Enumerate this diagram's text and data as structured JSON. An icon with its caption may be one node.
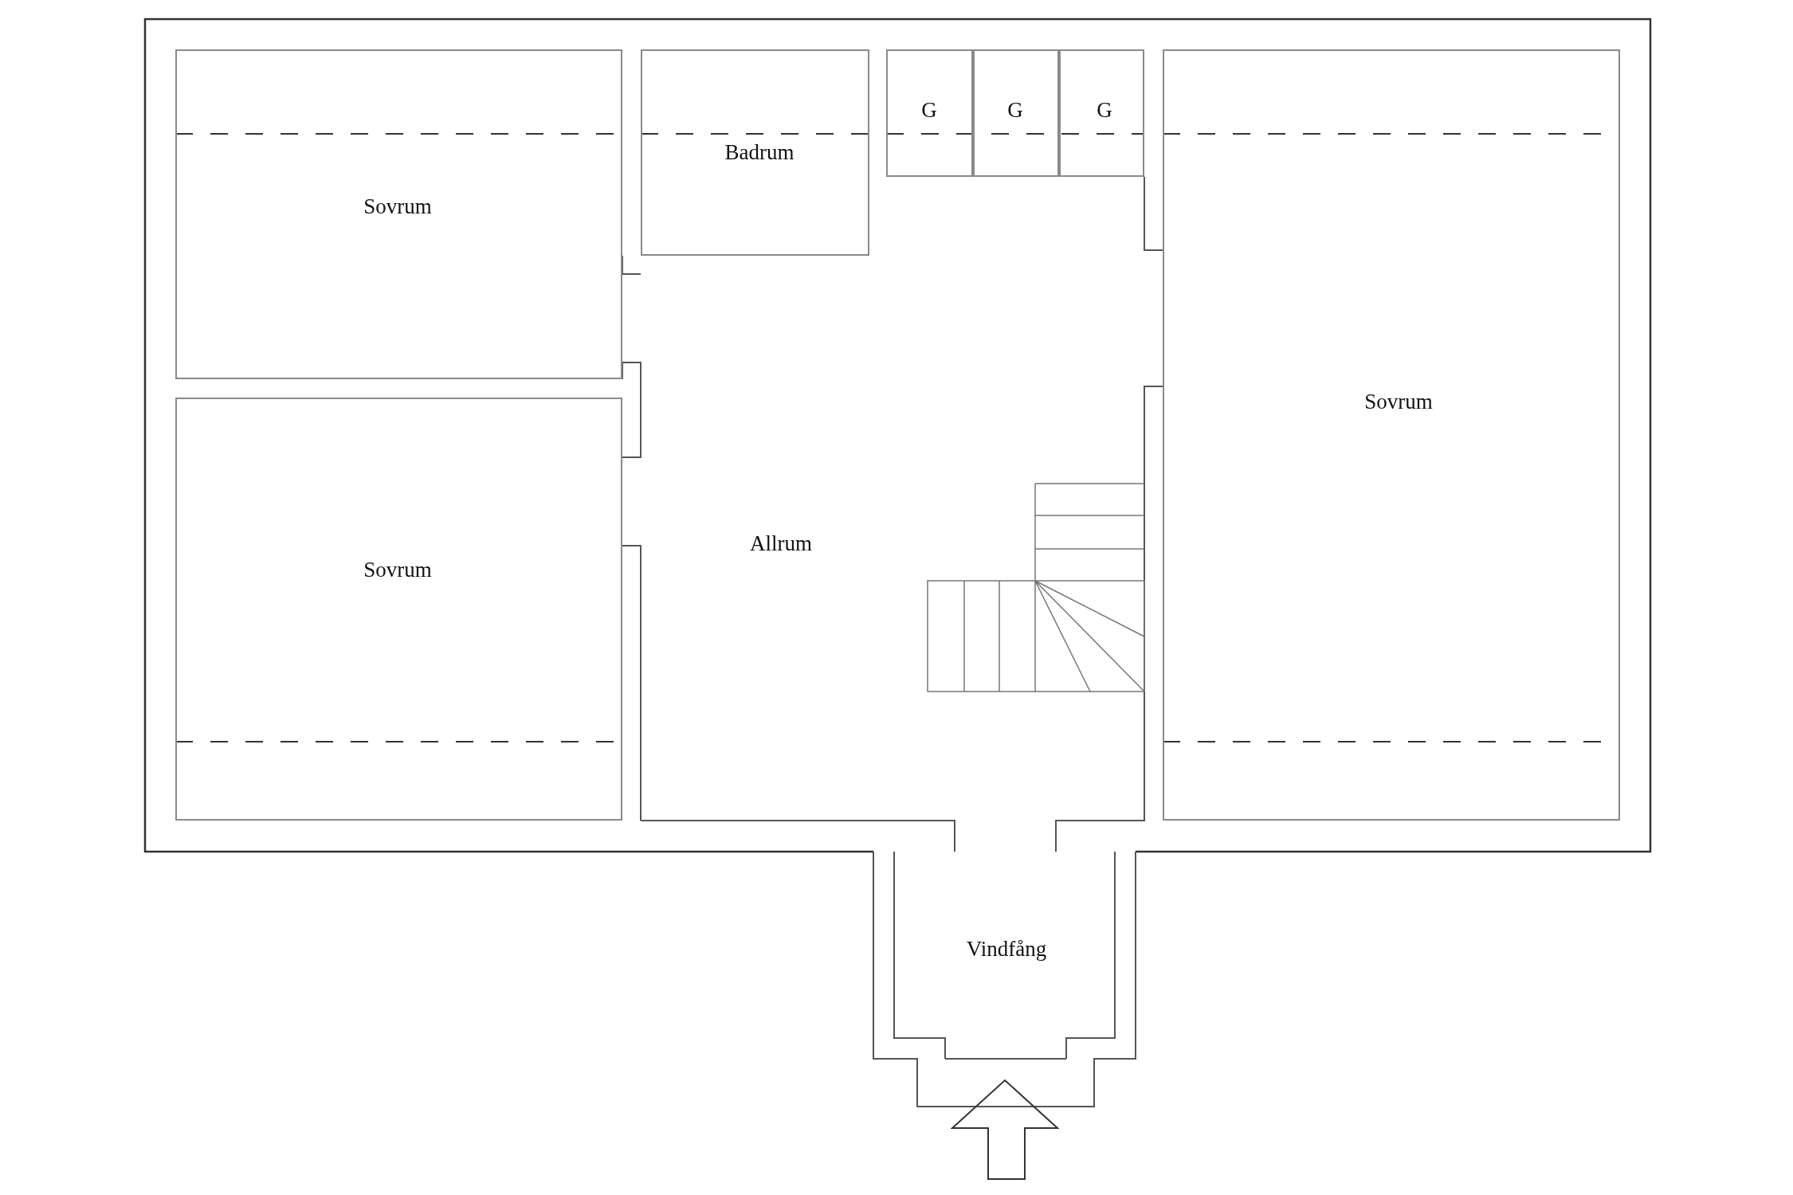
{
  "diagram": {
    "nodes": [
      {
        "text": [
          "Sovrum"
        ]
      },
      {
        "text": [
          "Badrum"
        ]
      },
      {
        "text": [
          "G"
        ]
      },
      {
        "text": [
          "G"
        ]
      },
      {
        "text": [
          "G"
        ]
      },
      {
        "text": [
          "Sovrum"
        ]
      },
      {
        "text": [
          "Sovrum"
        ]
      },
      {
        "text": [
          "Allrum"
        ]
      },
      {
        "text": [
          "Vindfång"
        ]
      }
    ],
    "edges": []
  }
}
